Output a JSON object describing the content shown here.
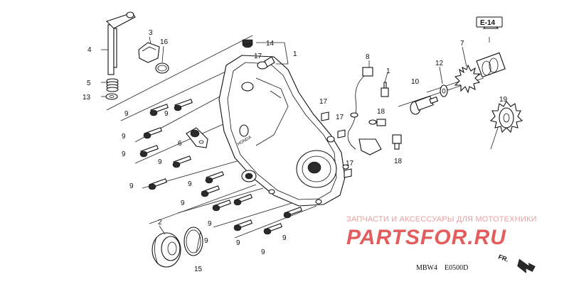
{
  "diagram": {
    "ref_code": "E-14",
    "model_code": "MBW4",
    "figure_code": "E0500D",
    "direction_label": "FR."
  },
  "callouts": {
    "c1": "1",
    "c1b": "1",
    "c2": "2",
    "c3": "3",
    "c4": "4",
    "c5": "5",
    "c6": "6",
    "c7": "7",
    "c8": "8",
    "c9": "9",
    "c10": "10",
    "c12": "12",
    "c13": "13",
    "c14": "14",
    "c15": "15",
    "c16": "16",
    "c17": "17",
    "c18": "18",
    "c19": "19"
  },
  "watermark": {
    "tagline": "ЗАПЧАСТИ И АКСЕССУАРЫ ДЛЯ МОТОТЕХНИКИ",
    "logo": "PARTSFOR.RU"
  }
}
